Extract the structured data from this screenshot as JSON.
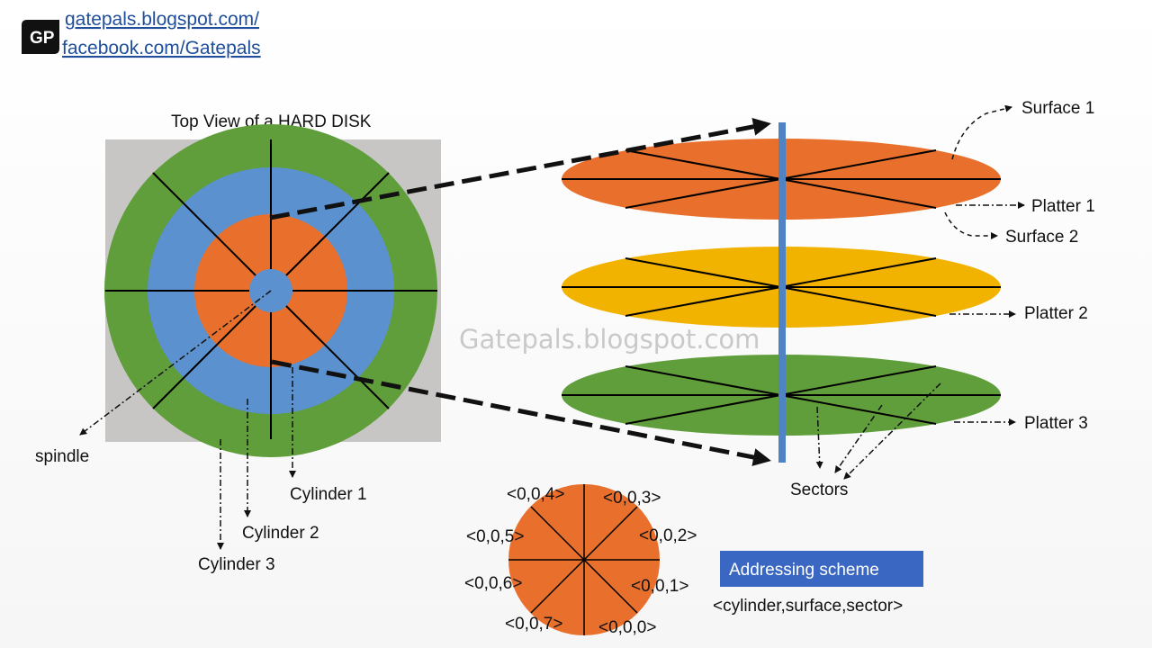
{
  "header": {
    "logo_text": "GP",
    "link_blog": "gatepals.blogspot.com/",
    "link_facebook": "facebook.com/Gatepals"
  },
  "top_view": {
    "title": "Top View of a HARD DISK",
    "spindle_label": "spindle",
    "cylinder_labels": [
      "Cylinder 1",
      "Cylinder 2",
      "Cylinder 3"
    ]
  },
  "side_view": {
    "platter_labels": [
      "Platter 1",
      "Platter 2",
      "Platter 3"
    ],
    "surface_labels": [
      "Surface 1",
      "Surface 2"
    ],
    "sectors_label": "Sectors"
  },
  "watermark": "Gatepals.blogspot.com",
  "addressing": {
    "title": "Addressing scheme",
    "format": "<cylinder,surface,sector>",
    "sector_labels": [
      "<0,0,0>",
      "<0,0,1>",
      "<0,0,2>",
      "<0,0,3>",
      "<0,0,4>",
      "<0,0,5>",
      "<0,0,6>",
      "<0,0,7>"
    ]
  },
  "colors": {
    "orange": "#e8702c",
    "blue": "#5b91cf",
    "green": "#5f9e3b",
    "yellow": "#f2b200",
    "spindle": "#4f83c4",
    "panel_bg": "#c8c6c4",
    "addressing_box": "#3a67c2"
  }
}
